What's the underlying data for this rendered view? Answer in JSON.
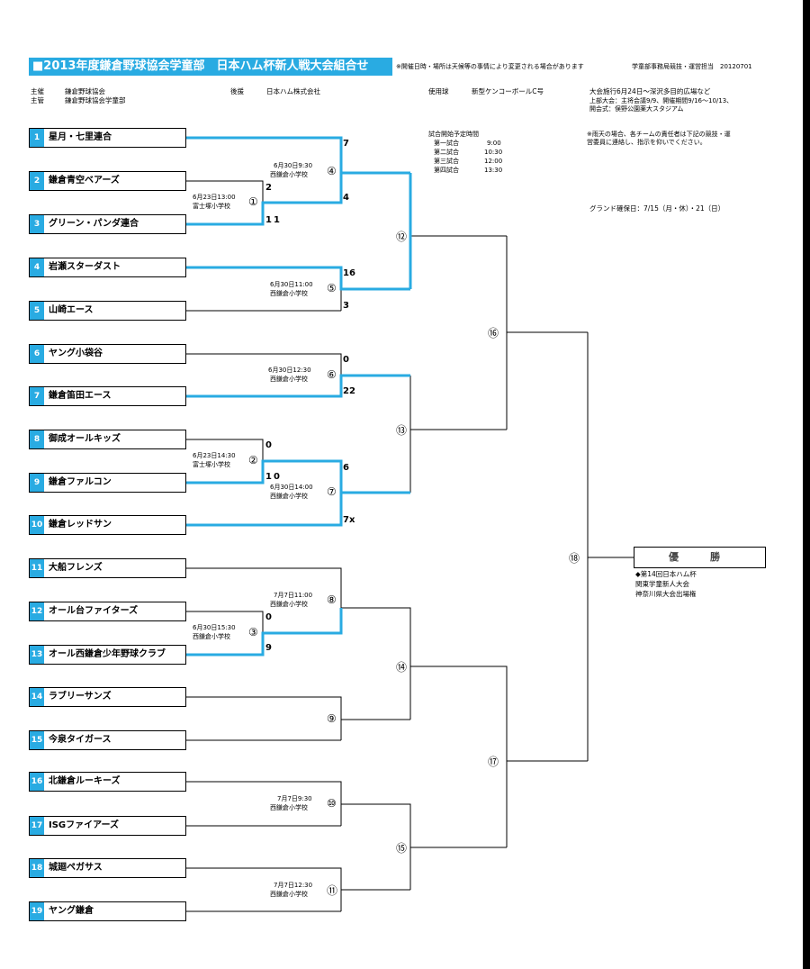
{
  "title": "■2013年度鎌倉野球協会学童部　日本ハム杯新人戦大会組合せ",
  "notice": "※開催日時・場所は天候等の事情により変更される場合があります",
  "dept": "学童部事務局競技・運営担当　20120701",
  "organizer": {
    "label1": "主催",
    "value1": "鎌倉野球協会",
    "label2": "主管",
    "value2": "鎌倉野球協会学童部"
  },
  "sponsor": {
    "label": "後援",
    "value": "日本ハム株式会社"
  },
  "ball": {
    "label": "使用球",
    "value": "新型ケンコーボールC号"
  },
  "venue_info": [
    "大会施行6月24日～深沢多目的広場など",
    "上部大会：主将会議9/9、開催期間9/16～10/13、",
    "開会式：俣野公園薬大スタジアム"
  ],
  "schedule": {
    "title": "試合開始予定時間",
    "rows": [
      [
        "第一試合",
        "9:00"
      ],
      [
        "第二試合",
        "10:30"
      ],
      [
        "第三試合",
        "12:00"
      ],
      [
        "第四試合",
        "13:30"
      ]
    ]
  },
  "rain_note": [
    "※雨天の場合、各チームの責任者は下記の競技・運",
    "営委員に連絡し、指示を仰いでください。"
  ],
  "ground": "グランド確保日：7/15（月・休）・21（日）",
  "teams": [
    {
      "num": "1",
      "name": "星月・七里連合"
    },
    {
      "num": "2",
      "name": "鎌倉青空ベアーズ"
    },
    {
      "num": "3",
      "name": "グリーン・パンダ連合"
    },
    {
      "num": "4",
      "name": "岩瀬スターダスト"
    },
    {
      "num": "5",
      "name": "山崎エース"
    },
    {
      "num": "6",
      "name": "ヤング小袋谷"
    },
    {
      "num": "7",
      "name": "鎌倉笛田エース"
    },
    {
      "num": "8",
      "name": "御成オールキッズ"
    },
    {
      "num": "9",
      "name": "鎌倉ファルコン"
    },
    {
      "num": "10",
      "name": "鎌倉レッドサン"
    },
    {
      "num": "11",
      "name": "大船フレンズ"
    },
    {
      "num": "12",
      "name": "オール台ファイターズ"
    },
    {
      "num": "13",
      "name": "オール西鎌倉少年野球クラブ"
    },
    {
      "num": "14",
      "name": "ラブリーサンズ"
    },
    {
      "num": "15",
      "name": "今泉タイガース"
    },
    {
      "num": "16",
      "name": "北鎌倉ルーキーズ"
    },
    {
      "num": "17",
      "name": "ISGファイアーズ"
    },
    {
      "num": "18",
      "name": "城廻ペガサス"
    },
    {
      "num": "19",
      "name": "ヤング鎌倉"
    }
  ],
  "games": {
    "g1": {
      "mark": "①",
      "date": "6月23日13:00",
      "place": "富士塚小学校"
    },
    "g2": {
      "mark": "②",
      "date": "6月23日14:30",
      "place": "富士塚小学校"
    },
    "g3": {
      "mark": "③",
      "date": "6月30日15:30",
      "place": "西鎌倉小学校"
    },
    "g4": {
      "mark": "④",
      "date": "6月30日9:30",
      "place": "西鎌倉小学校"
    },
    "g5": {
      "mark": "⑤",
      "date": "6月30日11:00",
      "place": "西鎌倉小学校"
    },
    "g6": {
      "mark": "⑥",
      "date": "6月30日12:30",
      "place": "西鎌倉小学校"
    },
    "g7": {
      "mark": "⑦",
      "date": "6月30日14:00",
      "place": "西鎌倉小学校"
    },
    "g8": {
      "mark": "⑧",
      "date": "7月7日11:00",
      "place": "西鎌倉小学校"
    },
    "g9": {
      "mark": "⑨"
    },
    "g10": {
      "mark": "⑩",
      "date": "7月7日9:30",
      "place": "西鎌倉小学校"
    },
    "g11": {
      "mark": "⑪",
      "date": "7月7日12:30",
      "place": "西鎌倉小学校"
    },
    "g12": {
      "mark": "⑫"
    },
    "g13": {
      "mark": "⑬"
    },
    "g14": {
      "mark": "⑭"
    },
    "g15": {
      "mark": "⑮"
    },
    "g16": {
      "mark": "⑯"
    },
    "g17": {
      "mark": "⑰"
    },
    "g18": {
      "mark": "⑱"
    }
  },
  "scores": {
    "s1_top": "7",
    "s4_bot": "4",
    "s2": "2",
    "s3": "11",
    "s4a": "16",
    "s5": "3",
    "s6": "0",
    "s7": "22",
    "s8": "0",
    "s9": "10",
    "s7b": "6",
    "s10": "7x",
    "s12": "0",
    "s13": "9"
  },
  "champion": "優　勝",
  "champion_note": [
    "◆第14回日本ハム杯",
    "関東学童新人大会",
    "神奈川県大会出場権"
  ],
  "colors": {
    "accent": "#29abe2",
    "line": "#000000"
  }
}
